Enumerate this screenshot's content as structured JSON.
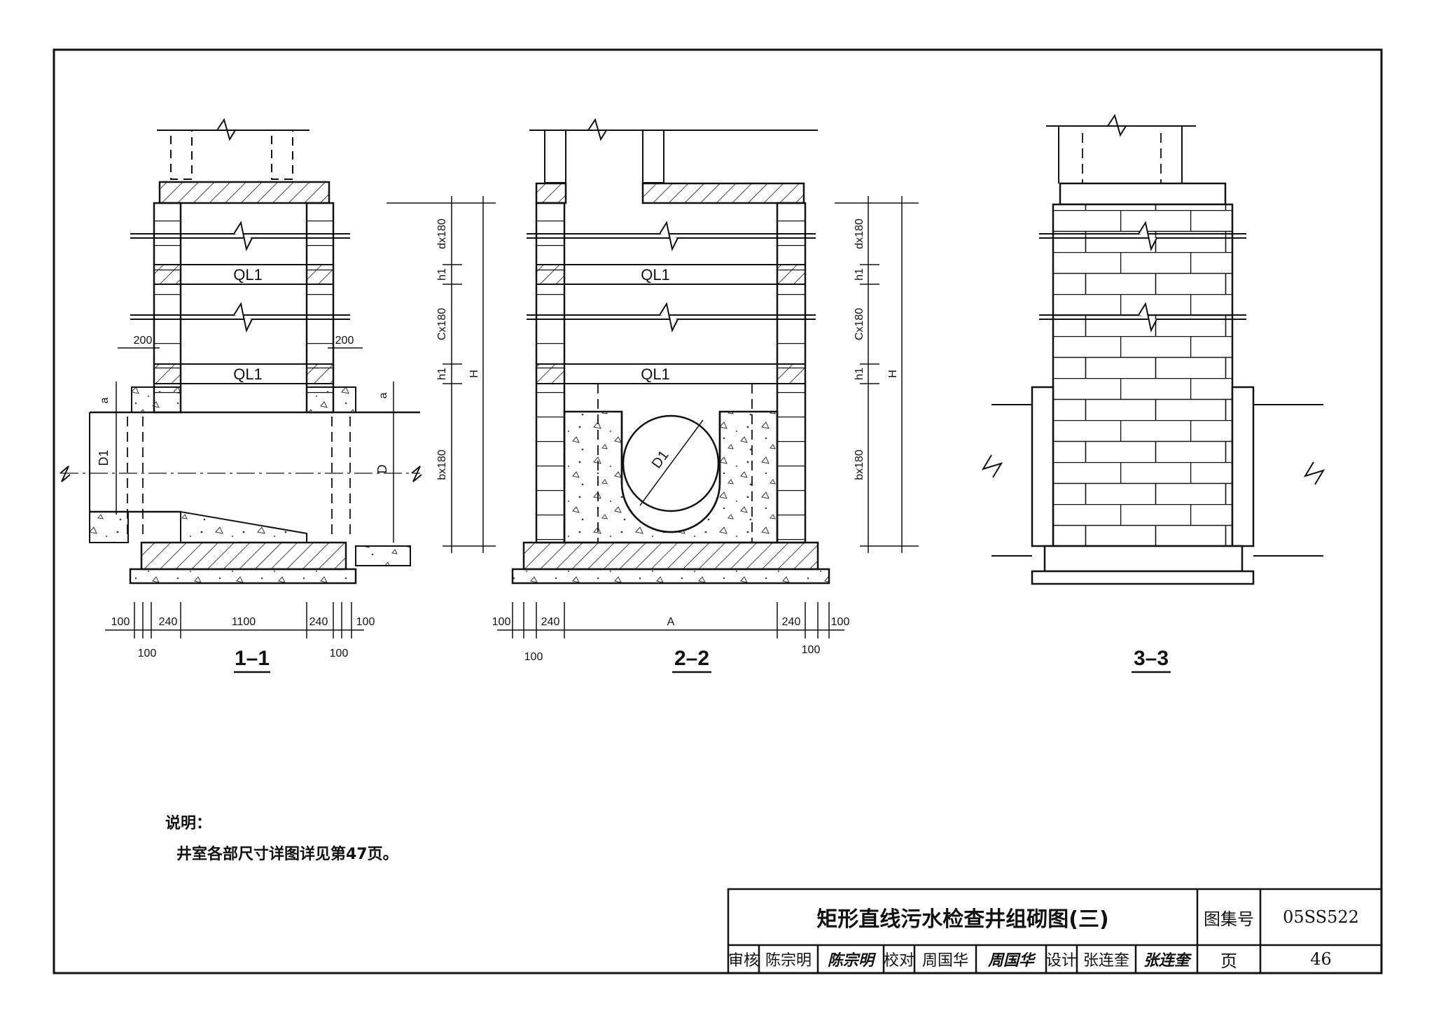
{
  "drawing": {
    "sections": [
      {
        "title": "1–1",
        "ring_beam_label": "QL1",
        "width_labels": {
          "cap_left": "200",
          "cap_right": "200"
        },
        "height_labels": {
          "a": "a",
          "d1": "D1",
          "d": "D"
        },
        "dims_bottom": [
          "100",
          "240",
          "1100",
          "240",
          "100"
        ],
        "dims_bottom_sub": [
          "100",
          "100"
        ]
      },
      {
        "title": "2–2",
        "ring_beam_label": "QL1",
        "pipe_label": "D1",
        "dims_bottom": [
          "100",
          "240",
          "A",
          "240",
          "100"
        ],
        "dims_bottom_sub": [
          "100",
          "100"
        ]
      },
      {
        "title": "3–3"
      }
    ],
    "elevation_dims": {
      "left": [
        "dx180",
        "h1",
        "Cx180",
        "h1",
        "bx180",
        "H"
      ],
      "right": [
        "dx180",
        "h1",
        "Cx180",
        "h1",
        "bx180",
        "H"
      ]
    }
  },
  "notes": {
    "heading": "说明：",
    "text": "井室各部尺寸详图详见第47页。"
  },
  "title_block": {
    "title": "矩形直线污水检查井组砌图(三)",
    "atlas_label": "图集号",
    "atlas_no": "05SS522",
    "page_label": "页",
    "page_no": "46",
    "review_label": "审核",
    "reviewer": "陈宗明",
    "reviewer_sign": "陈宗明",
    "check_label": "校对",
    "checker": "周国华",
    "checker_sign": "周国华",
    "design_label": "设计",
    "designer": "张连奎",
    "designer_sign": "张连奎"
  }
}
